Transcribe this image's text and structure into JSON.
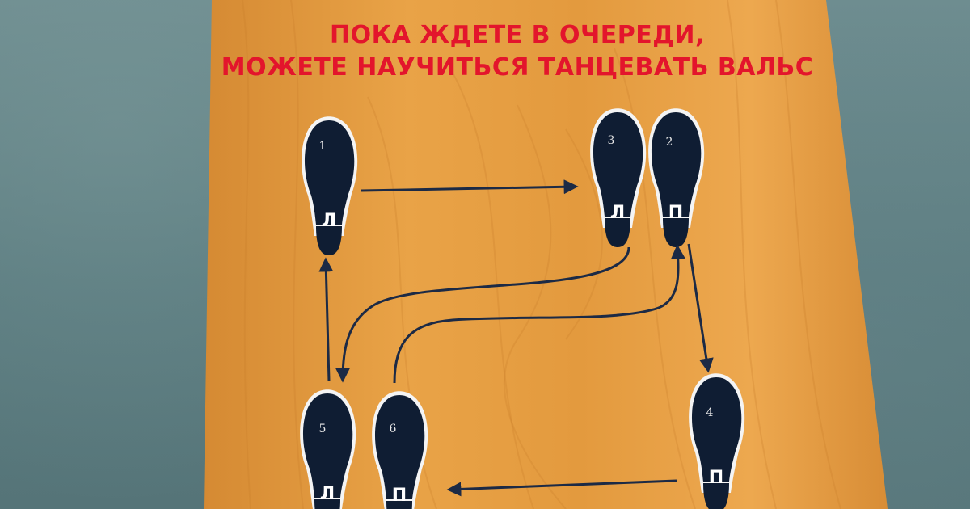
{
  "poster": {
    "title_line1": "ПОКА ЖДЕТЕ В ОЧЕРЕДИ,",
    "title_line2": "МОЖЕТЕ НАУЧИТЬСЯ ТАНЦЕВАТЬ ВАЛЬС",
    "title_color": "#e3152c",
    "board_color": "#e69a3c",
    "footprint_color": "#0f1d33"
  },
  "steps": [
    {
      "number": "1",
      "side": "Л"
    },
    {
      "number": "2",
      "side": "П"
    },
    {
      "number": "3",
      "side": "Л"
    },
    {
      "number": "4",
      "side": "П"
    },
    {
      "number": "5",
      "side": "Л"
    },
    {
      "number": "6",
      "side": "П"
    }
  ]
}
